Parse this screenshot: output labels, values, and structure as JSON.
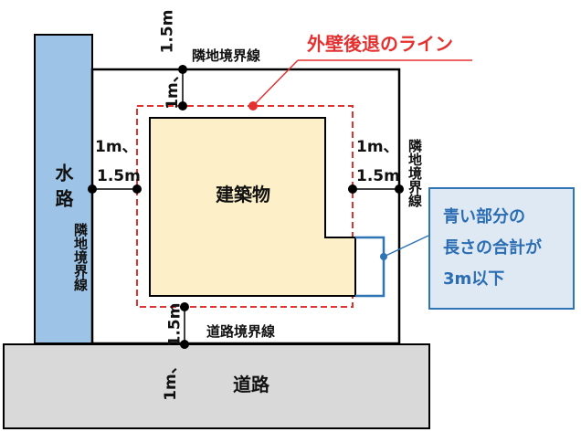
{
  "colors": {
    "building_fill": "#fdf0c8",
    "waterway_fill": "#9dc3e6",
    "road_fill": "#d9d9d9",
    "setback_line": "#e53030",
    "note_fill": "#dfe9f3",
    "note_border": "#2f74b5",
    "note_text": "#2a6db3"
  },
  "labels": {
    "setback_line": "外壁後退のライン",
    "building": "建築物",
    "road": "道路",
    "waterway": "水路",
    "neighbor_boundary": "隣地境界線",
    "road_boundary": "道路境界線",
    "dist_top": "1.5m",
    "dist_top_inner": "1m、",
    "dist_left_a": "1m、",
    "dist_left_b": "1.5m",
    "dist_right_a": "1m、",
    "dist_right_b": "1.5m",
    "dist_bottom_a": "1.5m",
    "dist_bottom_b": "1m、"
  },
  "note": {
    "line1": "青い部分の",
    "line2": "長さの合計が",
    "line3": "3m以下"
  }
}
